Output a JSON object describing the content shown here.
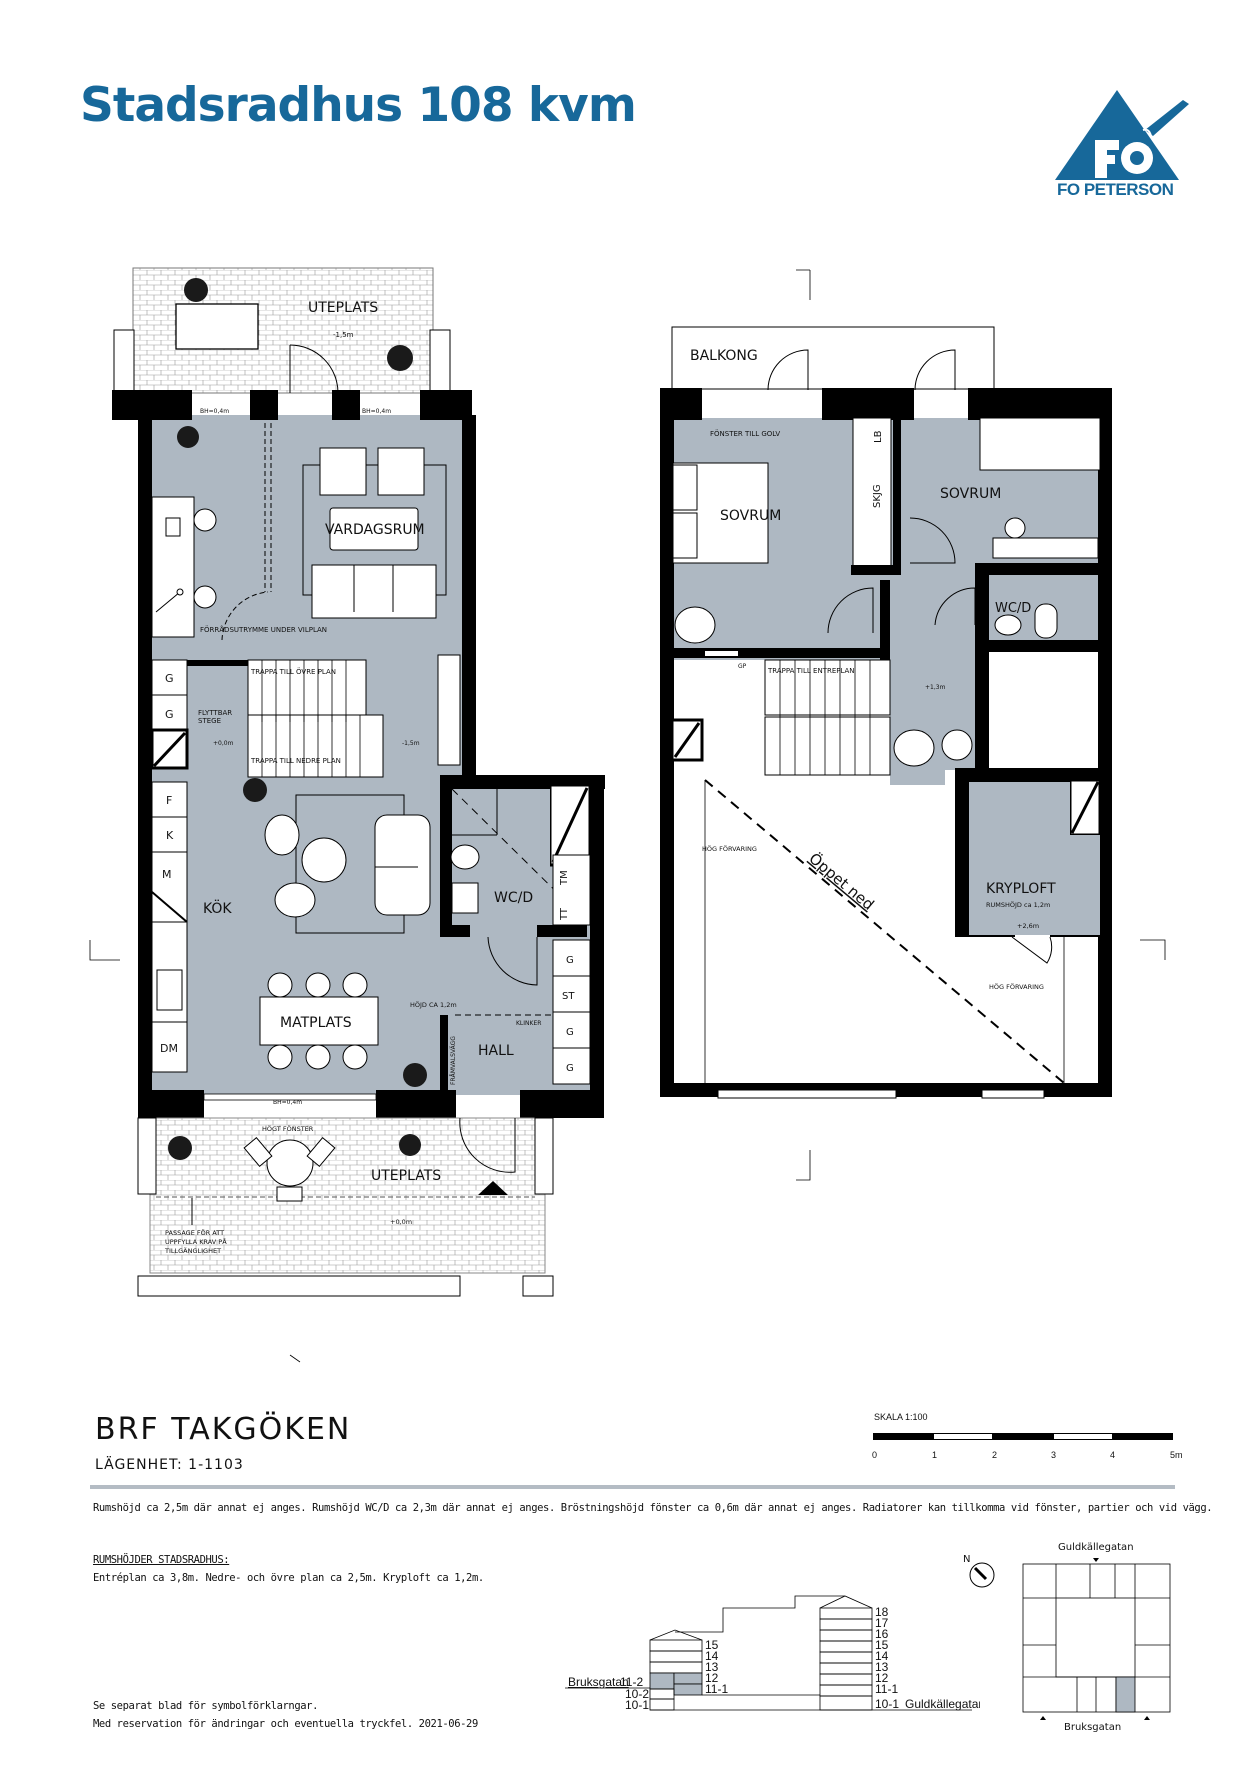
{
  "header": {
    "title": "Stadsradhus 108 kvm",
    "logo": {
      "monogram": "FO",
      "name": "FO PETERSON",
      "brand_color": "#17689a",
      "icon": "trowel-triangle-logo-icon"
    }
  },
  "plans": {
    "room_fill_color": "#aeb8c2",
    "wall_color": "#000000",
    "lower_plan": {
      "rooms": {
        "uteplats_top": "UTEPLATS",
        "uteplats_top_level": "-1,5m",
        "vardagsrum": "VARDAGSRUM",
        "kok": "KÖK",
        "matplats": "MATPLATS",
        "wcd": "WC/D",
        "hall": "HALL",
        "uteplats_bottom": "UTEPLATS",
        "uteplats_bottom_level": "+0,0m"
      },
      "annotations": {
        "bh_left": "BH=0,4m",
        "bh_right": "BH=0,4m",
        "bh_bottom": "BH=0,4m",
        "forrad": "FÖRRÅDSUTRYMME UNDER VILPLAN",
        "trappa_ovre": "TRAPPA TILL ÖVRE PLAN",
        "trappa_nedre": "TRAPPA TILL NEDRE PLAN",
        "flyttbar": "FLYTTBAR",
        "stege": "STEGE",
        "level_0": "+0,0m",
        "level_minus": "-1,5m",
        "hojd": "HÖJD CA 1,2m",
        "klinker": "KLINKER",
        "framvalsvagg": "FRÅMVALSVÄGG",
        "hogt_fonster": "HÖGT FÖNSTER",
        "passage_1": "PASSAGE FÖR ATT",
        "passage_2": "UPPFYLLA KRAV PÅ",
        "passage_3": "TILLGÄNGLIGHET"
      },
      "cabinets_left": [
        "G",
        "G",
        "F",
        "K",
        "M",
        "DM"
      ],
      "cabinets_hall": [
        "G",
        "ST",
        "G",
        "G"
      ],
      "cabinets_wc": [
        "TM",
        "TT"
      ]
    },
    "upper_plan": {
      "rooms": {
        "balkong": "BALKONG",
        "sovrum_1": "SOVRUM",
        "sovrum_2": "SOVRUM",
        "wcd": "WC/D",
        "kryploft": "KRYPLOFT",
        "kryploft_height": "RUMSHÖJD ca 1,2m",
        "kryploft_level": "+2,6m",
        "landing_level": "+1,3m"
      },
      "annotations": {
        "fonster_golv": "FÖNSTER TILL GOLV",
        "lb": "LB",
        "skjg": "SKJG",
        "gp": "GP",
        "trappa_entre": "TRAPPA TILL ENTREPLAN",
        "hog_forvaring_left": "HÖG FÖRVARING",
        "hog_forvaring_right": "HÖG FÖRVARING",
        "oppet_ned": "Öppet ned"
      }
    }
  },
  "title_block": {
    "project": "BRF TAKGÖKEN",
    "apartment": "LÄGENHET: 1-1103",
    "scale": {
      "label": "SKALA 1:100",
      "ticks": [
        "0",
        "1",
        "2",
        "3",
        "4",
        "5m"
      ]
    },
    "general_note": "Rumshöjd ca 2,5m där annat ej anges. Rumshöjd WC/D ca 2,3m där annat ej anges. Bröstningshöjd fönster ca 0,6m där annat ej anges. Radiatorer kan tillkomma vid fönster, partier och vid vägg.",
    "room_heights_heading": "RUMSHÖJDER STADSRADHUS:",
    "room_heights_text": "Entréplan ca 3,8m. Nedre- och övre plan ca 2,5m. Kryploft ca 1,2m.",
    "footer_1": "Se separat blad för symbolförklarngar.",
    "footer_2": "Med reservation för ändringar och eventuella tryckfel. 2021-06-29"
  },
  "section_diagram": {
    "street_left": "Bruksgatan",
    "street_right": "Guldkällegatan",
    "left_levels": [
      "15",
      "14",
      "13",
      "12",
      "11-1"
    ],
    "left_outer_levels": [
      "11-2",
      "10-2",
      "10-1"
    ],
    "right_levels": [
      "18",
      "17",
      "16",
      "15",
      "14",
      "13",
      "12",
      "11-1",
      "10-1"
    ]
  },
  "site_plan": {
    "street_top": "Guldkällegatan",
    "street_bottom": "Bruksgatan",
    "north_label": "N"
  }
}
